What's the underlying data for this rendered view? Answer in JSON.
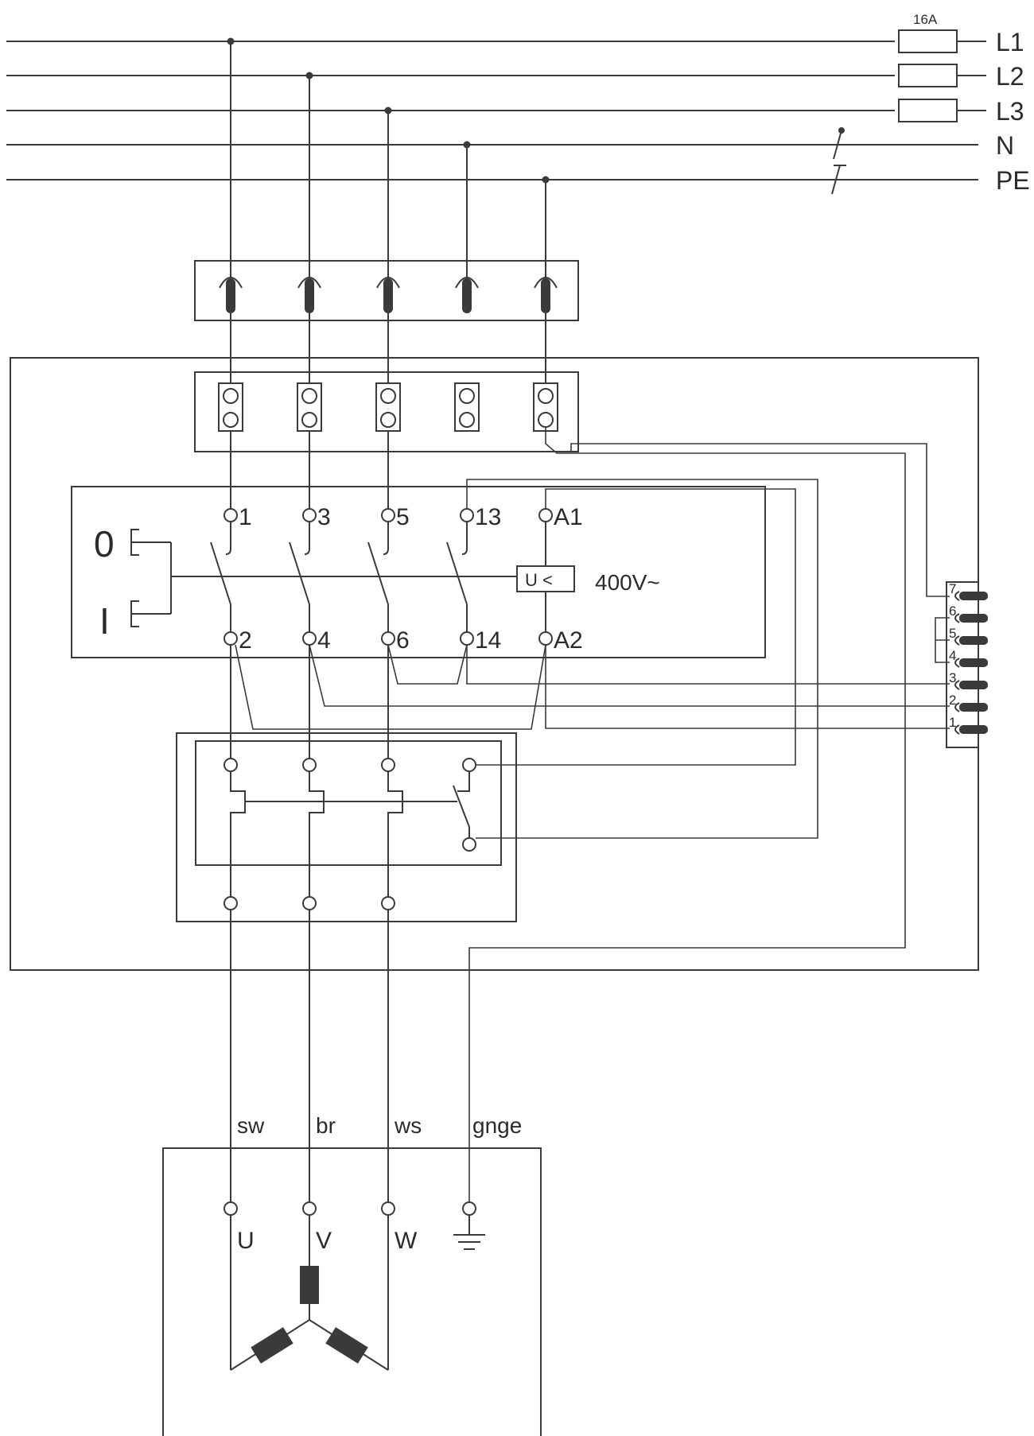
{
  "bus_labels": [
    "L1",
    "L2",
    "L3",
    "N",
    "PE"
  ],
  "fuse_rating": "16A",
  "switch_positions": {
    "off": "0",
    "on": "I"
  },
  "contactor_top_terminals": [
    "1",
    "3",
    "5",
    "13",
    "A1"
  ],
  "contactor_bottom_terminals": [
    "2",
    "4",
    "6",
    "14",
    "A2"
  ],
  "undervoltage_coil": "U <",
  "coil_voltage": "400V~",
  "connector_pins": [
    "7",
    "6",
    "5",
    "4",
    "3",
    "2",
    "1"
  ],
  "wire_colors": [
    "sw",
    "br",
    "ws",
    "gnge"
  ],
  "motor_terminals": [
    "U",
    "V",
    "W"
  ]
}
